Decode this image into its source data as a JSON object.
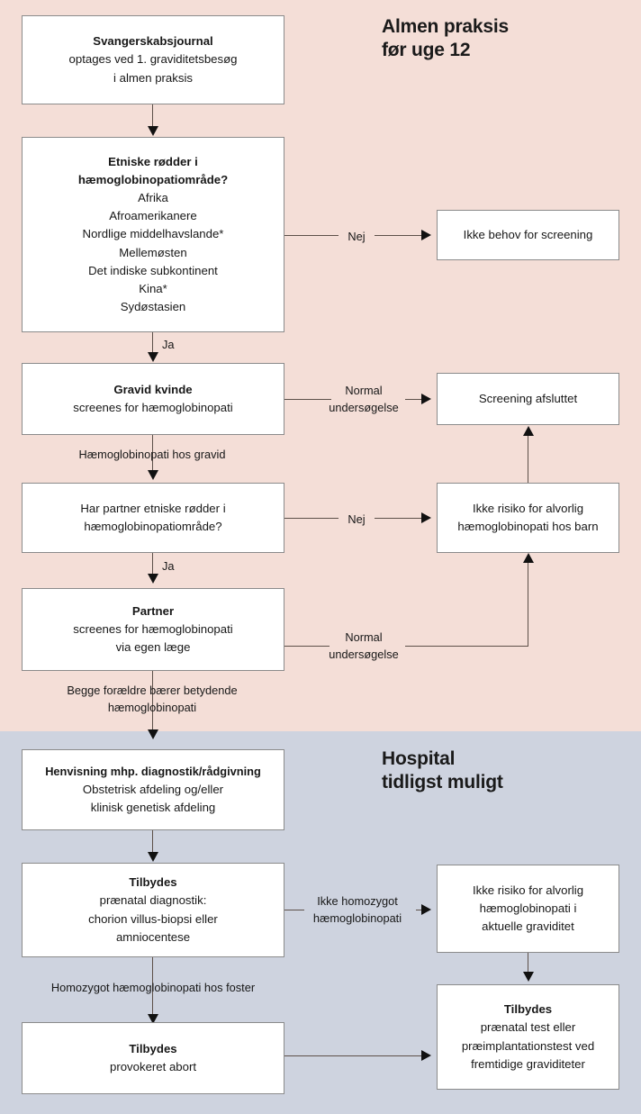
{
  "sections": {
    "top": {
      "label": "Almen praksis\nfør uge 12",
      "bg": "#f4ded7"
    },
    "bottom": {
      "label": "Hospital\ntidligst muligt",
      "bg": "#ced3df"
    }
  },
  "nodes": {
    "svangerskabsjournal": {
      "title": "Svangerskabsjournal",
      "line1": "optages ved 1. graviditetsbesøg",
      "line2": "i almen praksis"
    },
    "etniske_roedder": {
      "title1": "Etniske rødder i",
      "title2": "hæmoglobinopatiområde?",
      "items": [
        "Afrika",
        "Afroamerikanere",
        "Nordlige middelhavslande*",
        "Mellemøsten",
        "Det indiske subkontinent",
        "Kina*",
        "Sydøstasien"
      ]
    },
    "ikke_behov": {
      "line1": "Ikke behov for screening"
    },
    "gravid_kvinde": {
      "title": "Gravid kvinde",
      "line1": "screenes for hæmoglobinopati"
    },
    "screening_afsluttet": {
      "line1": "Screening afsluttet"
    },
    "har_partner": {
      "line1": "Har partner etniske rødder i",
      "line2": "hæmoglobinopatiområde?"
    },
    "ikke_risiko_barn": {
      "line1": "Ikke risiko for alvorlig",
      "line2": "hæmoglobinopati hos barn"
    },
    "partner": {
      "title": "Partner",
      "line1": "screenes for hæmoglobinopati",
      "line2": "via egen læge"
    },
    "henvisning": {
      "title": "Henvisning mhp. diagnostik/rådgivning",
      "line1": "Obstetrisk afdeling og/eller",
      "line2": "klinisk genetisk afdeling"
    },
    "tilbydes_praenatal_diagnostik": {
      "title": "Tilbydes",
      "line1": "prænatal diagnostik:",
      "line2": "chorion villus-biopsi eller",
      "line3": "amniocentese"
    },
    "ikke_risiko_graviditet": {
      "line1": "Ikke risiko for alvorlig",
      "line2": "hæmoglobinopati i",
      "line3": "aktuelle graviditet"
    },
    "tilbydes_abort": {
      "title": "Tilbydes",
      "line1": "provokeret abort"
    },
    "tilbydes_praenatal_test": {
      "title": "Tilbydes",
      "line1": "prænatal test eller",
      "line2": "præimplantationstest ved",
      "line3": "fremtidige graviditeter"
    }
  },
  "edges": {
    "nej_1": "Nej",
    "ja_1": "Ja",
    "normal_undersoegelse_1": "Normal\nundersøgelse",
    "haemoglobinopati_hos_gravid": "Hæmoglobinopati hos gravid",
    "nej_2": "Nej",
    "ja_2": "Ja",
    "normal_undersoegelse_2": "Normal\nundersøgelse",
    "begge_foraeldre": "Begge forældre bærer betydende\nhæmoglobinopati",
    "ikke_homozygot": "Ikke homozygot\nhæmoglobinopati",
    "homozygot_foster": "Homozygot hæmoglobinopati hos foster"
  }
}
